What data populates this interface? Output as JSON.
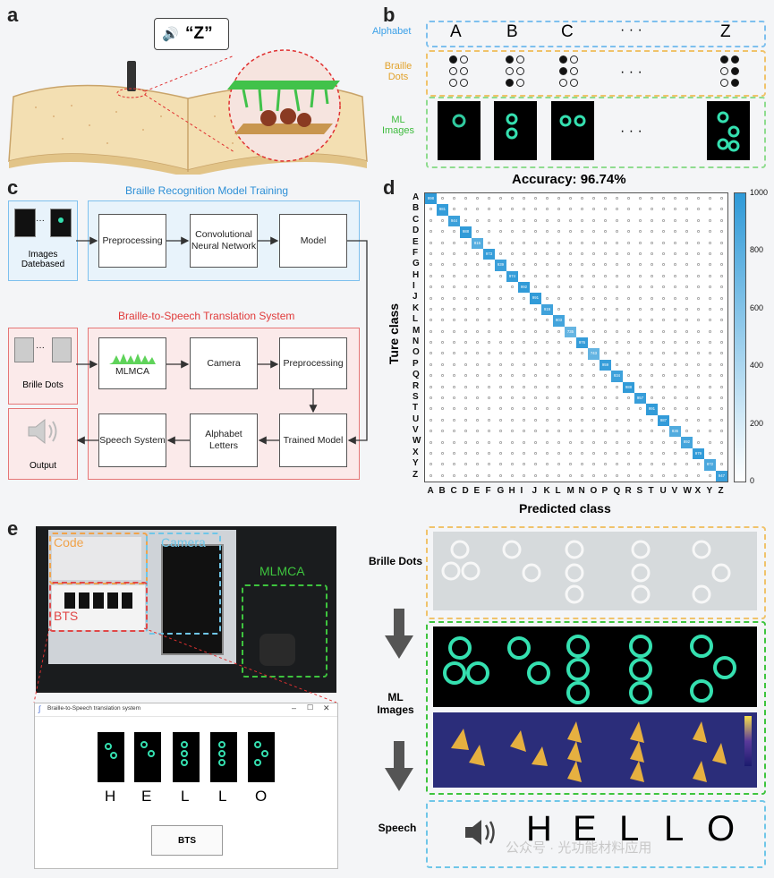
{
  "panels": {
    "a": {
      "label": "a",
      "speech_text": "“Z”"
    },
    "b": {
      "label": "b",
      "row_labels": [
        "Alphabet",
        "Braille Dots",
        "ML Images"
      ],
      "letters": [
        "A",
        "B",
        "C",
        "Z"
      ],
      "ellipsis": "· · ·",
      "dots": [
        [
          1,
          0,
          0,
          0,
          0,
          0
        ],
        [
          1,
          0,
          1,
          0,
          0,
          0
        ],
        [
          1,
          1,
          0,
          0,
          0,
          0
        ],
        [
          1,
          0,
          0,
          1,
          1,
          1
        ]
      ]
    },
    "c": {
      "label": "c",
      "training_title": "Braille Recognition Model Training",
      "translation_title": "Braille-to-Speech Translation System",
      "training_boxes": [
        "Preprocessing",
        "Convolutional Neural Network",
        "Model"
      ],
      "images_label": "Images Datebased",
      "translation_boxes": [
        "MLMCA",
        "Camera",
        "Preprocessing",
        "Trained Model",
        "Alphabet Letters",
        "Speech System"
      ],
      "brille_label": "Brille Dots",
      "output_label": "Output"
    },
    "d": {
      "label": "d"
    },
    "e": {
      "label": "e",
      "overlays": [
        "Code",
        "Camera",
        "BTS",
        "MLMCA"
      ],
      "window_title": "Braille-to-Speech translation system",
      "letters": [
        "H",
        "E",
        "L",
        "L",
        "O"
      ],
      "button": "BTS",
      "right_labels": [
        "Brille Dots",
        "ML Images",
        "Speech"
      ],
      "speech_letters": [
        "H",
        "E",
        "L",
        "L",
        "O"
      ],
      "watermark": "公众号 · 光功能材料应用"
    }
  },
  "chart_data": {
    "type": "heatmap",
    "title": "Accuracy: 96.74%",
    "xlabel": "Predicted class",
    "ylabel": "Ture class",
    "categories": [
      "A",
      "B",
      "C",
      "D",
      "E",
      "F",
      "G",
      "H",
      "I",
      "J",
      "K",
      "L",
      "M",
      "N",
      "O",
      "P",
      "Q",
      "R",
      "S",
      "T",
      "U",
      "V",
      "W",
      "X",
      "Y",
      "Z"
    ],
    "diagonal": [
      998,
      981,
      944,
      988,
      815,
      973,
      939,
      974,
      992,
      991,
      919,
      903,
      735,
      976,
      743,
      959,
      934,
      988,
      957,
      991,
      987,
      836,
      892,
      979,
      872,
      947
    ],
    "colorbar_ticks": [
      0,
      200,
      400,
      600,
      800,
      1000
    ],
    "colorbar_range": [
      0,
      1000
    ],
    "colors": {
      "low": "#ffffff",
      "high": "#2f9ad8"
    }
  }
}
